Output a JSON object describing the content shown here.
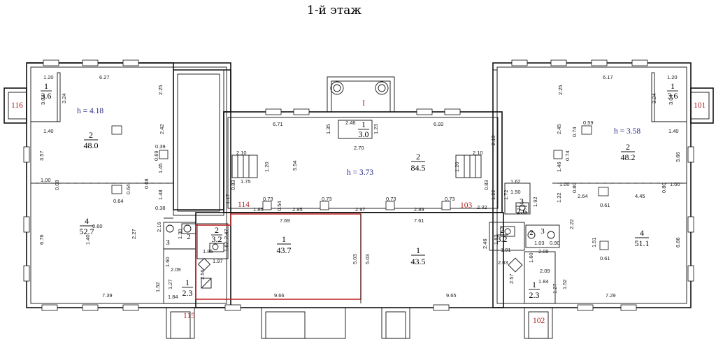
{
  "floor_title": "1-й этаж",
  "section_mark": "I",
  "heights": {
    "left": "h = 4.18",
    "center": "h = 3.73",
    "right": "h = 3.58"
  },
  "premises": {
    "p116": "116",
    "p115": "115",
    "p114": "114",
    "p103": "103",
    "p102": "102",
    "p101": "101"
  },
  "rooms": {
    "left_r1": {
      "num": "1",
      "area": "3.6"
    },
    "left_r2": {
      "num": "2",
      "area": "48.0"
    },
    "left_r4": {
      "num": "4",
      "area": "52.7"
    },
    "left_r3": {
      "num": "3"
    },
    "left_r2s": {
      "num": "2",
      "area": "3.2"
    },
    "left_r1s": {
      "num": "1",
      "area": "2.3"
    },
    "left_wc": {
      "num": "2"
    },
    "mid_r1": {
      "num": "1",
      "area": "43.7"
    },
    "mid_r1b": {
      "num": "1",
      "area": "43.5"
    },
    "c_r1": {
      "num": "1",
      "area": "3.0"
    },
    "c_r2": {
      "num": "2",
      "area": "84.5"
    },
    "right_r1": {
      "num": "1",
      "area": "3.6"
    },
    "right_r2": {
      "num": "2",
      "area": "48.2"
    },
    "right_r4": {
      "num": "4",
      "area": "51.1"
    },
    "right_r3": {
      "num": "3",
      "area": "2.6"
    },
    "right_r2s": {
      "num": "2",
      "area": "3.2"
    },
    "right_r1s": {
      "num": "1",
      "area": "2.3"
    },
    "right_r3s": {
      "num": "3"
    },
    "right_r2w": {
      "num": "2"
    }
  },
  "dims": {
    "d_620": "1.20",
    "d_627": "6.27",
    "d_225": "2.25",
    "d_324": "3.24",
    "d_304": "3.04",
    "d_140": "1.40",
    "d_242": "2.42",
    "d_039": "0.39",
    "d_069": "0.69",
    "d_145": "1.45",
    "d_357": "3.57",
    "d_100": "1.00",
    "d_008": "0.08",
    "d_064": "0.64",
    "d_008b": "0.08",
    "d_148": "1.48",
    "d_064b": "0.64",
    "d_038": "0.38",
    "d_060": "0.60",
    "d_140b": "1.40",
    "d_227": "2.27",
    "d_676": "6.76",
    "d_216": "2.16",
    "d_130": "1.30",
    "d_247": "2.47",
    "d_185": "1.85",
    "d_162": "1.62",
    "d_197": "1.97",
    "d_160": "1.60",
    "d_209": "2.09",
    "d_256": "2.56",
    "d_152": "1.52",
    "d_127": "1.27",
    "d_739": "7.39",
    "d_184": "1.84",
    "d_671": "6.71",
    "d_135": "1.35",
    "d_246": "2.46",
    "d_123": "1.23",
    "d_270": "2.70",
    "d_692": "6.92",
    "d_219": "2.19",
    "d_210": "2.10",
    "d_120": "1.20",
    "d_554": "5.54",
    "d_175": "1.75",
    "d_083": "0.83",
    "d_117": "1.17",
    "d_186": "1.86",
    "d_073": "0.73",
    "d_054": "0.54",
    "d_295": "2.95",
    "d_073b": "0.73",
    "d_297": "2.97",
    "d_073c": "0.73",
    "d_289": "2.89",
    "d_073d": "0.73",
    "d_232": "2.32",
    "d_769": "7.69",
    "d_761": "7.61",
    "d_503": "5.03",
    "d_503b": "5.03",
    "d_966": "9.66",
    "d_965": "9.65",
    "d_210r": "2.10",
    "d_120r": "1.20",
    "d_083r": "0.83",
    "d_162r": "1.62",
    "d_150": "1.50",
    "d_122": "1.22",
    "d_172": "1.72",
    "d_192": "1.92",
    "d_617": "6.17",
    "d_120rr": "1.20",
    "d_225r": "2.25",
    "d_324r": "3.24",
    "d_304r": "3.04",
    "d_059": "0.59",
    "d_074": "0.74",
    "d_140r": "1.40",
    "d_245": "2.45",
    "d_074b": "0.74",
    "d_366": "3.66",
    "d_146": "1.46",
    "d_100r": "1.00",
    "d_080": "0.80",
    "d_264": "2.64",
    "d_445": "4.45",
    "d_080b": "0.80",
    "d_100rr": "1.00",
    "d_132": "1.32",
    "d_061": "0.61",
    "d_222": "2.22",
    "d_151": "1.51",
    "d_061b": "0.61",
    "d_666": "6.66",
    "d_246r": "2.46",
    "d_182": "1.82",
    "d_191": "1.91",
    "d_103": "1.03",
    "d_090": "0.90",
    "d_209r": "2.09",
    "d_203": "2.03",
    "d_160r": "1.60",
    "d_257": "2.57",
    "d_184r": "1.84",
    "d_127r": "1.27",
    "d_152r": "1.52",
    "d_729": "7.29",
    "d_209rr": "2.09"
  }
}
